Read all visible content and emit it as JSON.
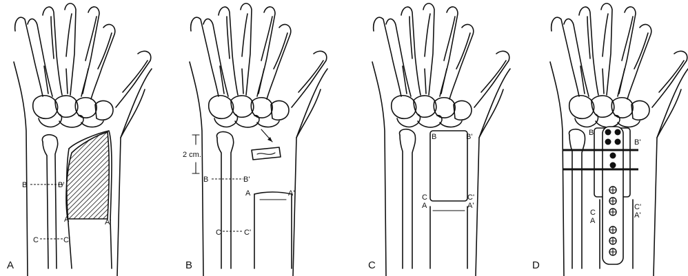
{
  "panels": [
    {
      "label": "A",
      "points": {
        "B": "B",
        "B2": "B'",
        "C": "C",
        "C2": "C'",
        "A": "A",
        "A2": "A'"
      }
    },
    {
      "label": "B",
      "measure": "2 cm.",
      "points": {
        "B": "B",
        "B2": "B'",
        "C": "C",
        "C2": "C'",
        "A": "A",
        "A2": "A'"
      }
    },
    {
      "label": "C",
      "points": {
        "B": "B",
        "B2": "B'",
        "C": "C",
        "C2": "C'",
        "A": "A",
        "A2": "A'"
      }
    },
    {
      "label": "D",
      "points": {
        "B": "B",
        "B2": "B'",
        "C": "C",
        "C2": "C'",
        "A": "A",
        "A2": "A'"
      }
    }
  ],
  "colors": {
    "ink": "#111111",
    "background": "#ffffff"
  }
}
